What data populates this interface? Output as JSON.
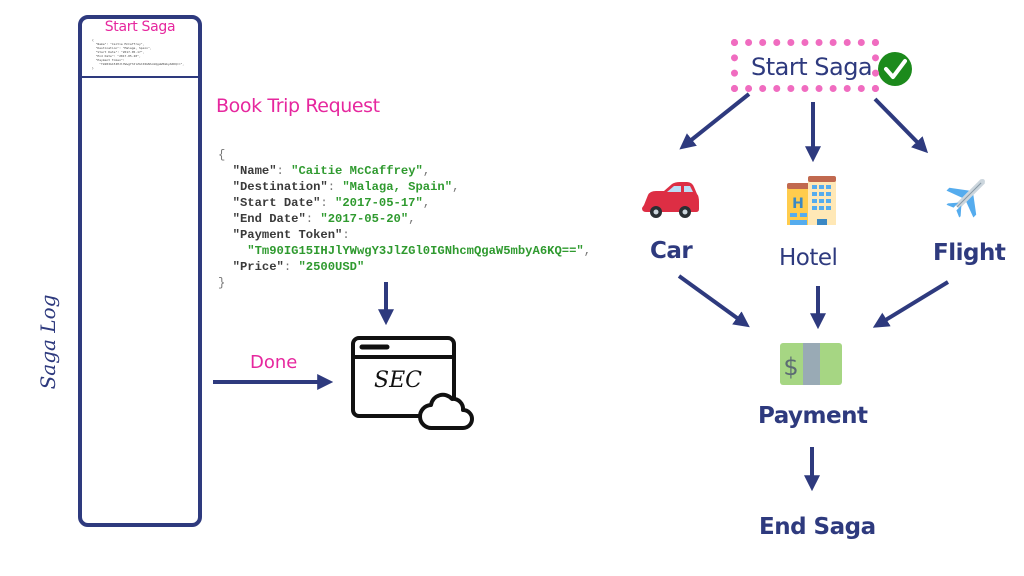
{
  "saga_log": {
    "label": "Saga Log",
    "entries": [
      {
        "title": "Start Saga",
        "mini_json_lines": [
          "{",
          "  \"Name\": \"Caitie McCaffrey\",",
          "  \"Destination\": \"Malaga, Spain\",",
          "  \"Start Date\": \"2017-05-17\",",
          "  \"End Date\": \"2017-05-20\",",
          "  \"Payment Token\":",
          "    \"Tm90IG15IHJlYWwgY3JlZGl0IGNhcmQgaW5mbyA6KQ==\",",
          "}"
        ]
      }
    ]
  },
  "request": {
    "title": "Book Trip Request",
    "open_brace": "{",
    "close_brace": "}",
    "fields": [
      {
        "key": "\"Name\"",
        "value": "\"Caitie McCaffrey\"",
        "trail": ","
      },
      {
        "key": "\"Destination\"",
        "value": "\"Malaga, Spain\"",
        "trail": ","
      },
      {
        "key": "\"Start Date\"",
        "value": "\"2017-05-17\"",
        "trail": ","
      },
      {
        "key": "\"End Date\"",
        "value": "\"2017-05-20\"",
        "trail": ","
      },
      {
        "key": "\"Payment Token\"",
        "value": "\"Tm90IG15IHJlYWwgY3JlZGl0IGNhcmQgaW5mbyA6KQ==\"",
        "trail": ",",
        "wrap": true
      },
      {
        "key": "\"Price\"",
        "value": "\"2500USD\"",
        "trail": ""
      }
    ]
  },
  "sec": {
    "label": "SEC",
    "icon": "browser-window-cloud-icon",
    "done_label": "Done"
  },
  "flow": {
    "start": {
      "label": "Start Saga",
      "status_icon": "check-mark-icon"
    },
    "services": [
      {
        "label": "Car",
        "icon": "car-icon",
        "glyph": "🚗"
      },
      {
        "label": "Hotel",
        "icon": "hotel-icon",
        "glyph": "🏨"
      },
      {
        "label": "Flight",
        "icon": "airplane-icon",
        "glyph": "✈️"
      }
    ],
    "payment": {
      "label": "Payment",
      "icon": "money-icon"
    },
    "end": {
      "label": "End Saga"
    }
  },
  "colors": {
    "navy": "#2e3a7e",
    "magenta": "#e6279e",
    "pink_dotted": "#f06cc0",
    "json_green": "#2f9a2f",
    "check_green": "#1c8a1c"
  }
}
